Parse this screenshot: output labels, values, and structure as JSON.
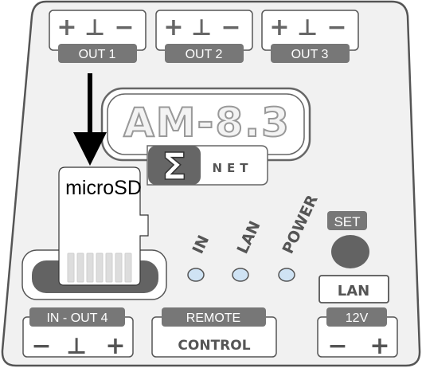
{
  "device": {
    "model": "AM-8.3",
    "brand_symbol": "Σ",
    "brand_text": "NET",
    "colors": {
      "panel_fill": "#f1f1f1",
      "panel_stroke": "#555555",
      "label_bg": "#777777",
      "dark_gray": "#636363",
      "led": "#cfe3f4",
      "model_text_fill": "#f3f3f3",
      "model_text_stroke": "#999999"
    }
  },
  "outputs": [
    {
      "label": "OUT 1",
      "symbols": [
        "+",
        "⊥",
        "−"
      ]
    },
    {
      "label": "OUT 2",
      "symbols": [
        "+",
        "⊥",
        "−"
      ]
    },
    {
      "label": "OUT 3",
      "symbols": [
        "+",
        "⊥",
        "−"
      ]
    }
  ],
  "in_out4": {
    "label": "IN - OUT 4",
    "symbols": [
      "−",
      "⊥",
      "+"
    ]
  },
  "remote": {
    "line1": "REMOTE",
    "line2": "CONTROL"
  },
  "power_12v": {
    "label": "12V",
    "symbols": [
      "−",
      "+"
    ]
  },
  "microsd": {
    "label": "microSD"
  },
  "leds": [
    {
      "label": "IN"
    },
    {
      "label": "LAN"
    },
    {
      "label": "POWER"
    }
  ],
  "set_button": {
    "label": "SET"
  },
  "lan_port": {
    "label": "LAN"
  }
}
